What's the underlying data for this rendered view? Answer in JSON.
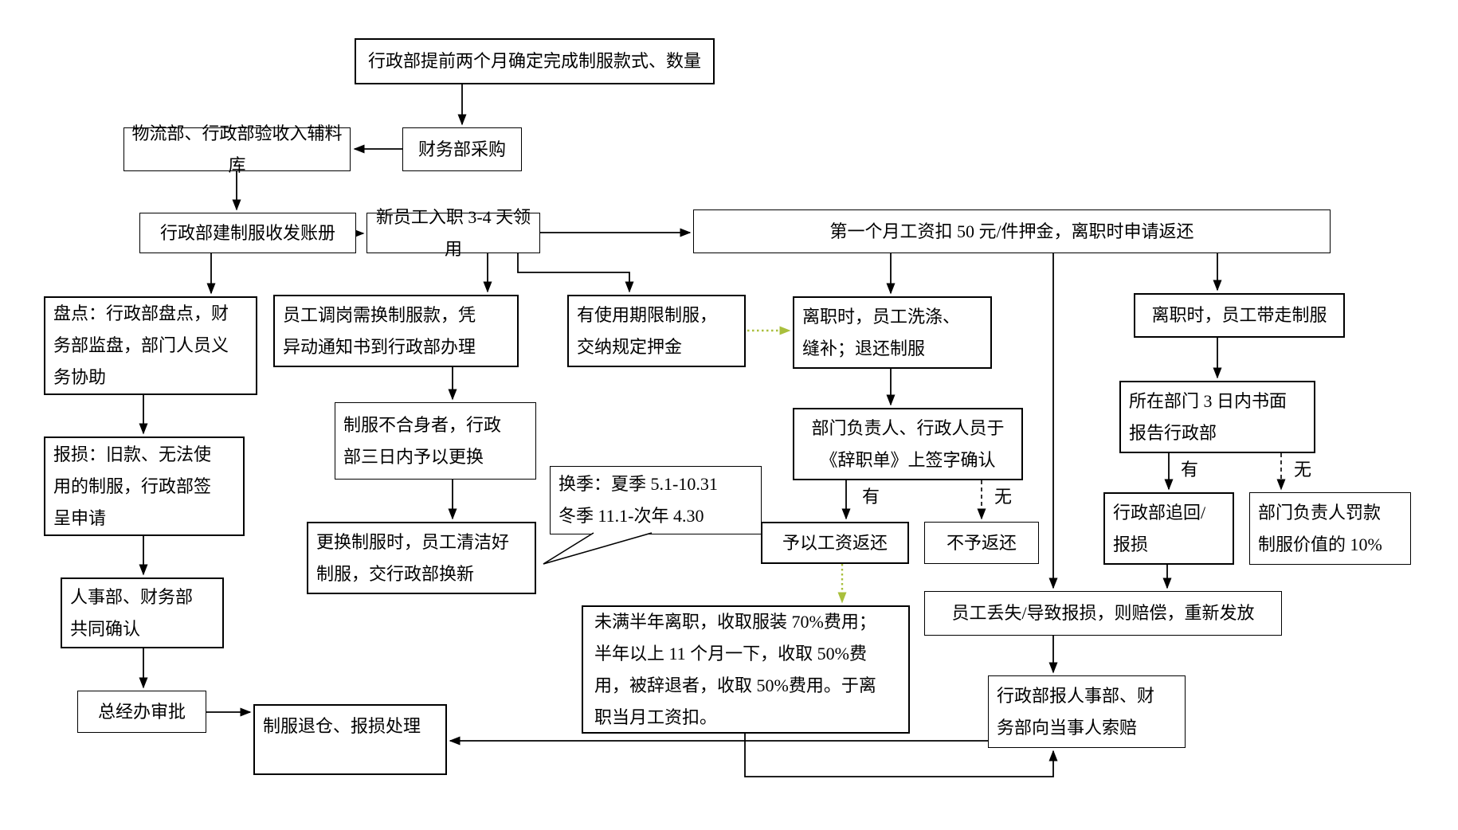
{
  "diagram": {
    "type": "flowchart",
    "topic": "uniform management process"
  },
  "colors": {
    "line": "#000000",
    "accent_green": "#a9bf3c",
    "background": "#ffffff",
    "text": "#000000"
  },
  "nodes": {
    "confirm_style": {
      "text": "行政部提前两个月确定完成制服款式、数量"
    },
    "acceptance": {
      "text": "物流部、行政部验收入辅料库"
    },
    "purchase": {
      "text": "财务部采购"
    },
    "ledger": {
      "text": "行政部建制服收发账册"
    },
    "new_staff": {
      "text": "新员工入职 3-4 天领用"
    },
    "deposit": {
      "text": "第一个月工资扣 50 元/件押金，离职时申请返还"
    },
    "stocktake": {
      "text": "盘点：行政部盘点，财\n务部监盘，部门人员义\n务协助"
    },
    "transfer": {
      "text": "员工调岗需换制服款，凭\n异动通知书到行政部办理"
    },
    "limited_term": {
      "text": "有使用期限制服，\n交纳规定押金"
    },
    "leave_wash": {
      "text": "离职时，员工洗涤、\n缝补；退还制服"
    },
    "leave_take": {
      "text": "离职时，员工带走制服"
    },
    "damage_report": {
      "text": "报损：旧款、无法使\n用的制服，行政部签\n呈申请"
    },
    "unfit": {
      "text": "制服不合身者，行政\n部三日内予以更换"
    },
    "season_note": {
      "text": "换季：夏季 5.1-10.31\n冬季 11.1-次年 4.30"
    },
    "sign_confirm": {
      "text": "部门负责人、行政人员于\n《辞职单》上签字确认"
    },
    "report_3d": {
      "text": "所在部门 3 日内书面\n报告行政部"
    },
    "refund": {
      "text": "予以工资返还"
    },
    "no_refund": {
      "text": "不予返还"
    },
    "recover": {
      "text": "行政部追回/\n报损"
    },
    "fine": {
      "text": "部门负责人罚款\n制服价值的 10%"
    },
    "renew": {
      "text": "更换制服时，员工清洁好\n制服，交行政部换新"
    },
    "joint_confirm": {
      "text": "人事部、财务部\n共同确认"
    },
    "gm_approve": {
      "text": "总经办审批"
    },
    "return_store": {
      "text": "制服退仓、报损处理"
    },
    "fee_rule": {
      "text": "未满半年离职，收取服装 70%费用；\n半年以上 11 个月一下，收取 50%费\n用，被辞退者，收取 50%费用。于离\n职当月工资扣。"
    },
    "lost": {
      "text": "员工丢失/导致报损，则赔偿，重新发放"
    },
    "claim": {
      "text": "行政部报人事部、财\n务部向当事人索赔"
    }
  },
  "edge_labels": {
    "sign_yes": "有",
    "sign_no": "无",
    "report_yes": "有",
    "report_no": "无"
  }
}
